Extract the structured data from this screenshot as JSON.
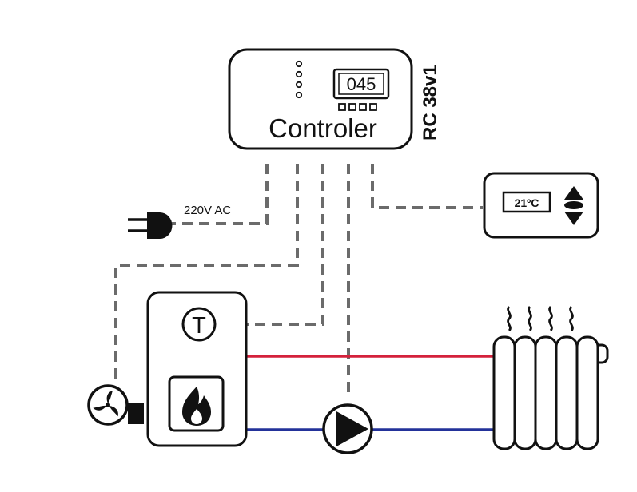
{
  "controller": {
    "label": "Controler",
    "model": "RC 38v1",
    "display_value": "045"
  },
  "power": {
    "label": "220V AC"
  },
  "room_thermostat": {
    "temperature": "21ºC"
  },
  "boiler": {
    "sensor_symbol": "T"
  },
  "colors": {
    "supply_pipe": "#d4213b",
    "return_pipe": "#23329a",
    "signal_wire": "#6b6b6b",
    "outline": "#111111"
  },
  "icons": [
    "plug-icon",
    "fan-icon",
    "flame-icon",
    "pump-icon",
    "radiator-icon",
    "heat-waves-icon",
    "up-down-arrows-icon"
  ]
}
